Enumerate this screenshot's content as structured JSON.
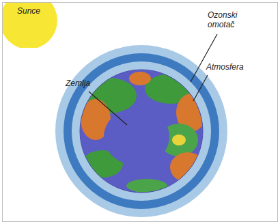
{
  "diagram": {
    "nodes": [
      {
        "text": [
          "Sunce"
        ]
      }
    ],
    "labels": [
      "Ozonski omotač",
      "Atmosfera",
      "Zemlja"
    ]
  }
}
